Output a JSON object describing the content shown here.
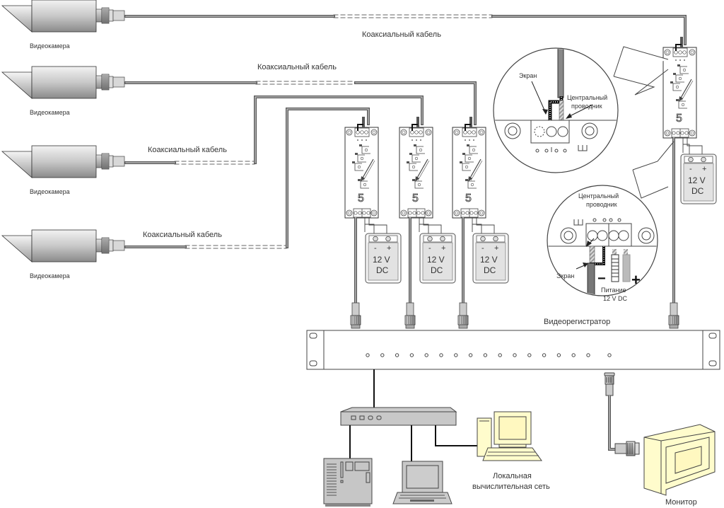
{
  "diagram": {
    "title": "Video surveillance system wiring diagram",
    "cameras": [
      {
        "label": "Видеокамера",
        "cable_label": "Коаксиальный кабель"
      },
      {
        "label": "Видеокамера",
        "cable_label": "Коаксиальный кабель"
      },
      {
        "label": "Видеокамера",
        "cable_label": "Коаксиальный кабель"
      },
      {
        "label": "Видеокамера",
        "cable_label": "Коаксиальный кабель"
      }
    ],
    "power_supplies": [
      {
        "minus": "-",
        "plus": "+",
        "voltage": "12 V",
        "type": "DC"
      },
      {
        "minus": "-",
        "plus": "+",
        "voltage": "12 V",
        "type": "DC"
      },
      {
        "minus": "-",
        "plus": "+",
        "voltage": "12 V",
        "type": "DC"
      },
      {
        "minus": "-",
        "plus": "+",
        "voltage": "12 V",
        "type": "DC"
      }
    ],
    "receiver_module_label": "5",
    "detail_top": {
      "screen": "Экран",
      "center_conductor_1": "Центральный",
      "center_conductor_2": "проводник"
    },
    "detail_bottom": {
      "center_conductor_1": "Центральный",
      "center_conductor_2": "проводник",
      "screen": "Экран",
      "minus": "−",
      "plus": "+",
      "power_1": "Питание",
      "power_2": "12 V DC"
    },
    "recorder": {
      "label": "Видеорегистратор",
      "indicator_count": 17
    },
    "network": {
      "label_1": "Локальная",
      "label_2": "вычислительная сеть"
    },
    "monitor": {
      "label": "Монитор"
    }
  }
}
